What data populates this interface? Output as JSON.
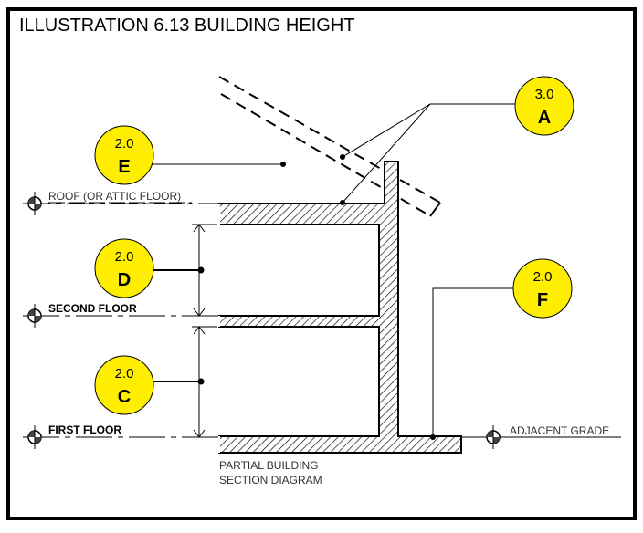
{
  "title": "ILLUSTRATION 6.13 BUILDING HEIGHT",
  "levels": {
    "roof": "ROOF (OR ATTIC FLOOR)",
    "second": "SECOND FLOOR",
    "first": "FIRST FLOOR",
    "grade": "ADJACENT GRADE"
  },
  "section_label": [
    "PARTIAL BUILDING",
    "SECTION DIAGRAM"
  ],
  "callouts": [
    {
      "id": "A",
      "value": "3.0",
      "letter": "A"
    },
    {
      "id": "E",
      "value": "2.0",
      "letter": "E"
    },
    {
      "id": "D",
      "value": "2.0",
      "letter": "D"
    },
    {
      "id": "C",
      "value": "2.0",
      "letter": "C"
    },
    {
      "id": "F",
      "value": "2.0",
      "letter": "F"
    }
  ],
  "colors": {
    "callout_fill": "#ffee00",
    "line": "#000000"
  }
}
